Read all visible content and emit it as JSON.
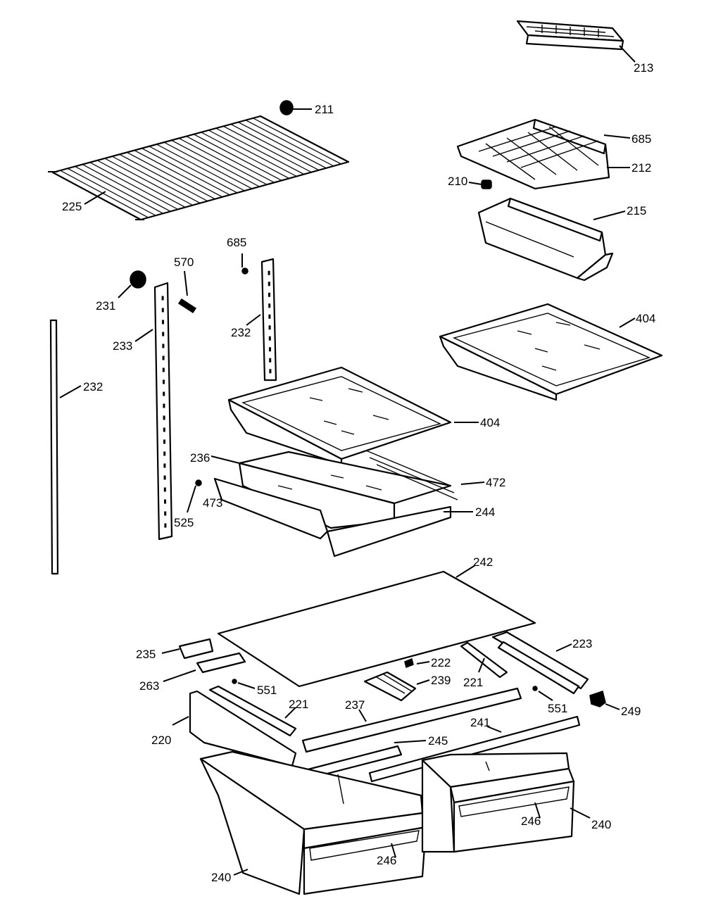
{
  "labels": {
    "p213": "213",
    "p211": "211",
    "p685a": "685",
    "p212": "212",
    "p210": "210",
    "p215": "215",
    "p225": "225",
    "p685b": "685",
    "p570": "570",
    "p231": "231",
    "p233": "233",
    "p232a": "232",
    "p232b": "232",
    "p404a": "404",
    "p404b": "404",
    "p236": "236",
    "p472": "472",
    "p473": "473",
    "p525": "525",
    "p244": "244",
    "p242": "242",
    "p235": "235",
    "p223": "223",
    "p222": "222",
    "p263": "263",
    "p551a": "551",
    "p239": "239",
    "p221a": "221",
    "p221b": "221",
    "p237": "237",
    "p551b": "551",
    "p249": "249",
    "p220": "220",
    "p241": "241",
    "p245": "245",
    "p246a": "246",
    "p246b": "246",
    "p240a": "240",
    "p240b": "240"
  }
}
